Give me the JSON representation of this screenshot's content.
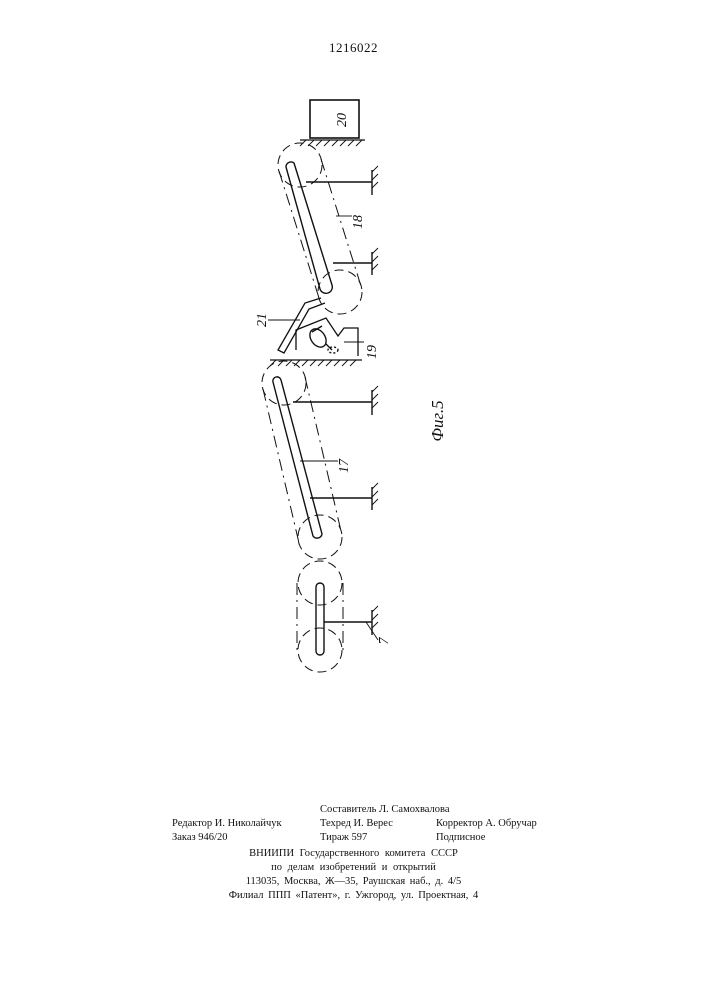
{
  "document": {
    "patent_number": "1216022",
    "figure_caption": "Фиг.5",
    "labels": {
      "box_20": "20",
      "conveyor_18": "18",
      "part_21": "21",
      "part_19": "19",
      "conveyor_17": "17",
      "support_7": "7"
    }
  },
  "imprint": {
    "compiler": "Составитель Л. Самохвалова",
    "editor": "Редактор И. Николайчук",
    "tech_editor": "Техред И. Верес",
    "corrector": "Корректор А. Обручар",
    "order": "Заказ 946/20",
    "circulation": "Тираж 597",
    "subscription": "Подписное",
    "org_line1": "ВНИИПИ Государственного комитета СССР",
    "org_line2": "по делам изобретений и открытий",
    "org_line3": "113035, Москва, Ж—35, Раушская наб., д. 4/5",
    "branch": "Филиал ППП «Патент», г. Ужгород, ул. Проектная, 4"
  }
}
